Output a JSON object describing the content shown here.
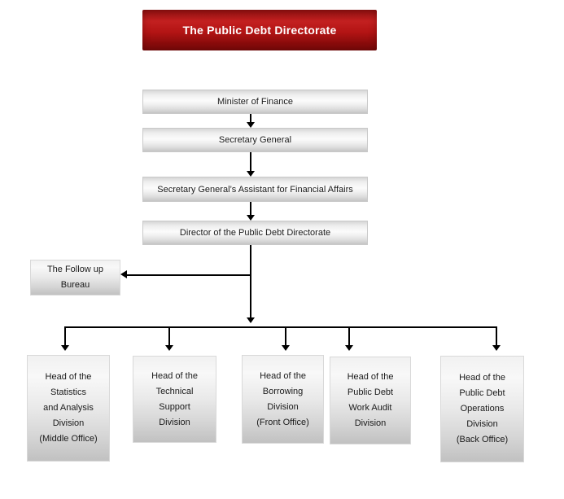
{
  "banner": {
    "title": "The Public Debt Directorate"
  },
  "chain": [
    {
      "label": "Minister of Finance"
    },
    {
      "label": "Secretary General"
    },
    {
      "label": "Secretary General’s Assistant for Financial Affairs"
    },
    {
      "label": "Director of the Public Debt Directorate"
    }
  ],
  "bureau": {
    "lines": [
      "The Follow up",
      "Bureau"
    ]
  },
  "divisions": [
    {
      "lines": [
        "Head of the",
        "Statistics",
        "and Analysis",
        "Division",
        "(Middle Office)"
      ]
    },
    {
      "lines": [
        "Head of the",
        "Technical",
        "Support",
        "Division"
      ]
    },
    {
      "lines": [
        "Head of the",
        "Borrowing",
        "Division",
        "(Front Office)"
      ]
    },
    {
      "lines": [
        "Head of the",
        "Public Debt",
        "Work Audit",
        "Division"
      ]
    },
    {
      "lines": [
        "Head of the",
        "Public Debt",
        "Operations",
        "Division",
        "(Back Office)"
      ]
    }
  ],
  "colors": {
    "banner_red_bright": "#c32020",
    "banner_red_dark": "#760808",
    "banner_text": "#ffffff",
    "node_gradient_top": "#f1f1f1",
    "node_gradient_bottom": "#c1c1c1",
    "node_border": "#cccccc",
    "connector": "#000000",
    "text": "#1a1a1a",
    "background": "#ffffff"
  }
}
